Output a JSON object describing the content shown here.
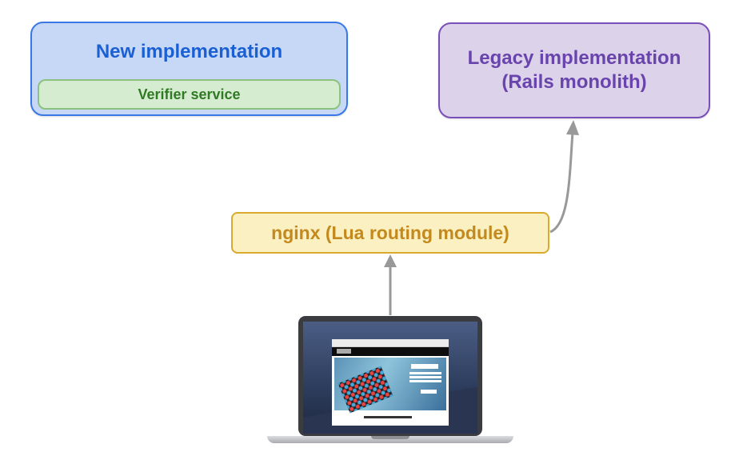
{
  "new_implementation": {
    "title": "New implementation",
    "verifier_label": "Verifier service"
  },
  "legacy_implementation": {
    "line1": "Legacy implementation",
    "line2": "(Rails monolith)"
  },
  "nginx": {
    "label": "nginx (Lua routing module)"
  },
  "colors": {
    "new_fill": "#c6d8f6",
    "new_border": "#3b78e7",
    "verifier_fill": "#d6ecd1",
    "legacy_fill": "#dcd2ea",
    "nginx_fill": "#fbf0c2",
    "arrow": "#999999"
  },
  "icons": [
    "laptop-icon"
  ]
}
